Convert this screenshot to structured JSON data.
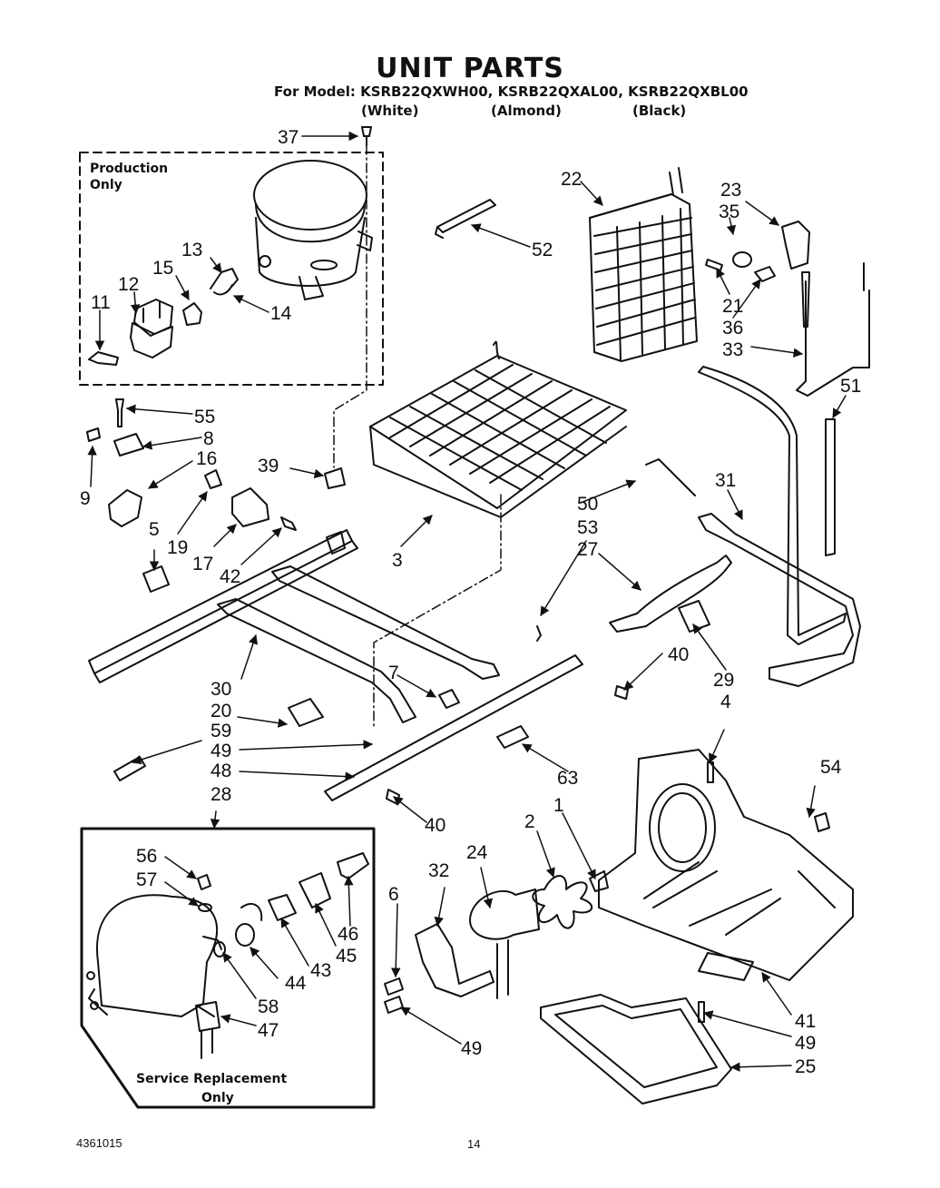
{
  "header": {
    "title": "UNIT PARTS",
    "model_line": "For Model: KSRB22QXWH00, KSRB22QXAL00, KSRB22QXBL00",
    "colors": [
      "(White)",
      "(Almond)",
      "(Black)"
    ]
  },
  "boxes": {
    "production": [
      "Production",
      "Only"
    ],
    "service": [
      "Service Replacement",
      "Only"
    ]
  },
  "callouts": [
    {
      "id": "c37",
      "text": "37"
    },
    {
      "id": "c13",
      "text": "13"
    },
    {
      "id": "c15",
      "text": "15"
    },
    {
      "id": "c12",
      "text": "12"
    },
    {
      "id": "c11",
      "text": "11"
    },
    {
      "id": "c14",
      "text": "14"
    },
    {
      "id": "c22",
      "text": "22"
    },
    {
      "id": "c23",
      "text": "23"
    },
    {
      "id": "c35",
      "text": "35"
    },
    {
      "id": "c52",
      "text": "52"
    },
    {
      "id": "c21",
      "text": "21"
    },
    {
      "id": "c36",
      "text": "36"
    },
    {
      "id": "c33",
      "text": "33"
    },
    {
      "id": "c51",
      "text": "51"
    },
    {
      "id": "c55",
      "text": "55"
    },
    {
      "id": "c8",
      "text": "8"
    },
    {
      "id": "c9",
      "text": "9"
    },
    {
      "id": "c16",
      "text": "16"
    },
    {
      "id": "c39",
      "text": "39"
    },
    {
      "id": "c31",
      "text": "31"
    },
    {
      "id": "c50",
      "text": "50"
    },
    {
      "id": "c53",
      "text": "53"
    },
    {
      "id": "c27",
      "text": "27"
    },
    {
      "id": "c5",
      "text": "5"
    },
    {
      "id": "c19",
      "text": "19"
    },
    {
      "id": "c17",
      "text": "17"
    },
    {
      "id": "c42",
      "text": "42"
    },
    {
      "id": "c3",
      "text": "3"
    },
    {
      "id": "c40a",
      "text": "40"
    },
    {
      "id": "c29",
      "text": "29"
    },
    {
      "id": "c30",
      "text": "30"
    },
    {
      "id": "c7",
      "text": "7"
    },
    {
      "id": "c4",
      "text": "4"
    },
    {
      "id": "c20",
      "text": "20"
    },
    {
      "id": "c59",
      "text": "59"
    },
    {
      "id": "c49a",
      "text": "49"
    },
    {
      "id": "c48",
      "text": "48"
    },
    {
      "id": "c63",
      "text": "63"
    },
    {
      "id": "c54",
      "text": "54"
    },
    {
      "id": "c28",
      "text": "28"
    },
    {
      "id": "c40b",
      "text": "40"
    },
    {
      "id": "c1",
      "text": "1"
    },
    {
      "id": "c2",
      "text": "2"
    },
    {
      "id": "c24",
      "text": "24"
    },
    {
      "id": "c32",
      "text": "32"
    },
    {
      "id": "c6",
      "text": "6"
    },
    {
      "id": "c56",
      "text": "56"
    },
    {
      "id": "c57",
      "text": "57"
    },
    {
      "id": "c46",
      "text": "46"
    },
    {
      "id": "c45",
      "text": "45"
    },
    {
      "id": "c43",
      "text": "43"
    },
    {
      "id": "c44",
      "text": "44"
    },
    {
      "id": "c58",
      "text": "58"
    },
    {
      "id": "c47",
      "text": "47"
    },
    {
      "id": "c49b",
      "text": "49"
    },
    {
      "id": "c41",
      "text": "41"
    },
    {
      "id": "c49c",
      "text": "49"
    },
    {
      "id": "c25",
      "text": "25"
    }
  ],
  "footer": {
    "doc_number": "4361015",
    "page_number": "14"
  }
}
